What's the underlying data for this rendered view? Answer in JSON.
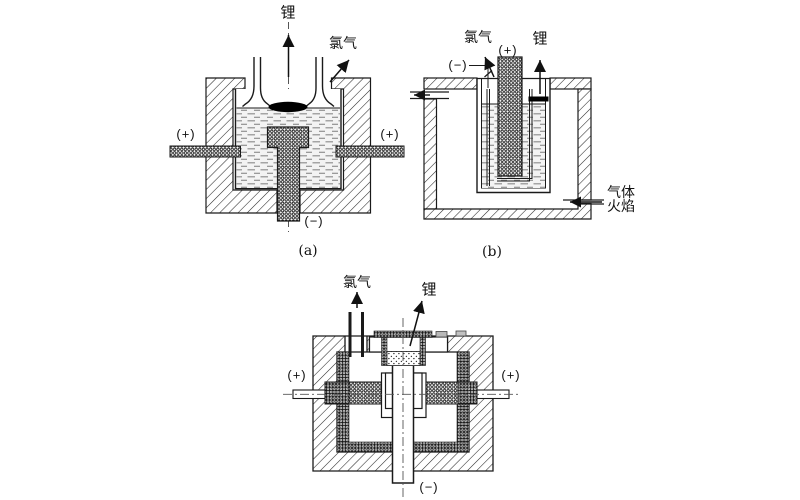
{
  "figure_title": "lithium-electrolysis-cells-diagram",
  "colors": {
    "line": "#1a1a1a",
    "liquid_bg": "#f3f3f3",
    "liquid_dash": "#909090",
    "molten_metal": "#000000",
    "tab_fill": "#b8b8b8",
    "background": "#ffffff"
  },
  "panels": {
    "a": {
      "caption": "(a)",
      "labels": {
        "lithium": "锂",
        "chlorine": "氯气",
        "anode_left": "(+)",
        "anode_right": "(+)",
        "cathode": "(−)"
      }
    },
    "b": {
      "caption": "(b)",
      "labels": {
        "chlorine": "氯气",
        "anode": "(+)",
        "lithium": "锂",
        "cathode": "(−)",
        "gas_flame_line1": "气体",
        "gas_flame_line2": "火焰"
      }
    },
    "c": {
      "labels": {
        "chlorine": "氯气",
        "lithium": "锂",
        "anode_left": "(+)",
        "anode_right": "(+)",
        "cathode": "(−)"
      }
    }
  }
}
